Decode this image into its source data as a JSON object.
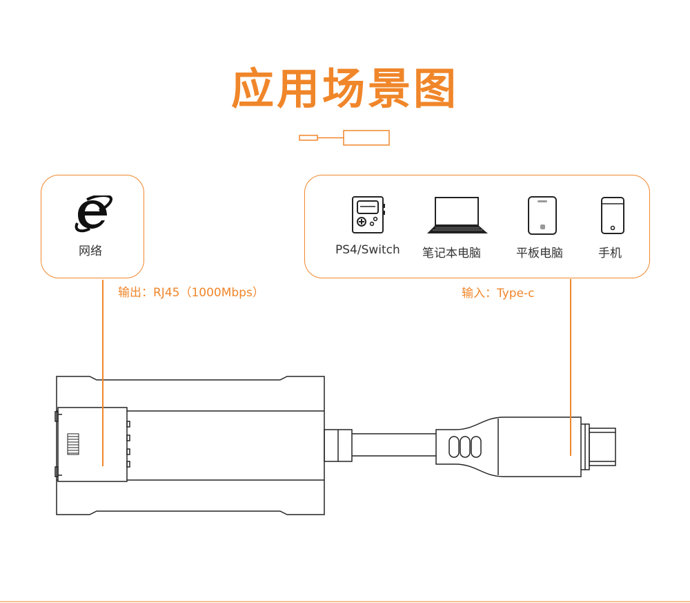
{
  "title": "应用场景图",
  "network": {
    "label": "网络",
    "icon": "ie-browser-icon"
  },
  "devices": [
    {
      "label": "PS4/Switch",
      "icon": "game-console-icon"
    },
    {
      "label": "笔记本电脑",
      "icon": "laptop-icon"
    },
    {
      "label": "平板电脑",
      "icon": "tablet-icon"
    },
    {
      "label": "手机",
      "icon": "phone-icon"
    }
  ],
  "output_caption": "输出：RJ45（1000Mbps）",
  "input_caption": "输入：Type-c",
  "colors": {
    "accent": "#f0862a",
    "stroke": "#222222"
  }
}
